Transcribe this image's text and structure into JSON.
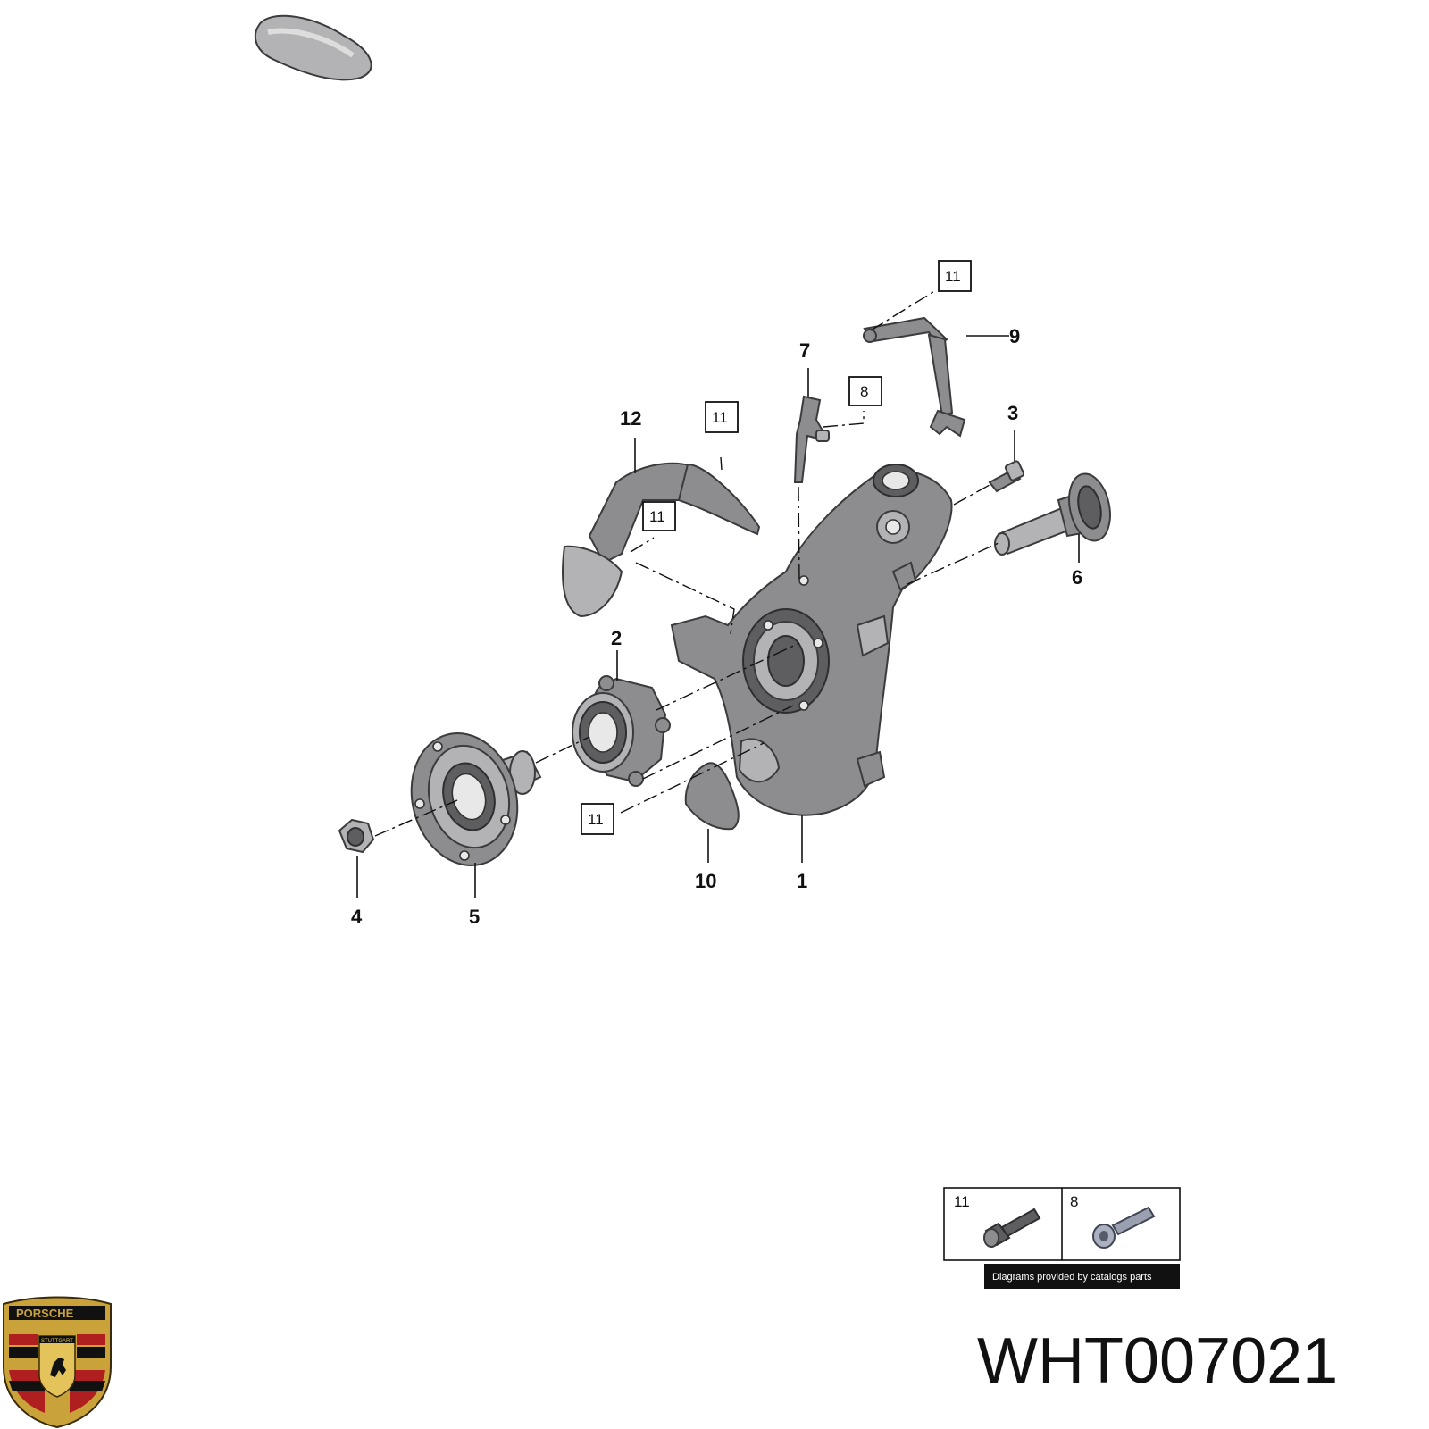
{
  "callouts": {
    "c1": "1",
    "c2": "2",
    "c3": "3",
    "c4": "4",
    "c5": "5",
    "c6": "6",
    "c7": "7",
    "c9": "9",
    "c10": "10",
    "c12": "12",
    "box8": "8",
    "box11a": "11",
    "box11b": "11",
    "box11c": "11",
    "box11d": "11"
  },
  "legend": {
    "cell1_label": "11",
    "cell2_label": "8",
    "credit": "Diagrams provided by catalogs parts"
  },
  "part_number": "WHT007021",
  "logo": {
    "top_text": "PORSCHE",
    "middle_text": "STUTTGART"
  }
}
